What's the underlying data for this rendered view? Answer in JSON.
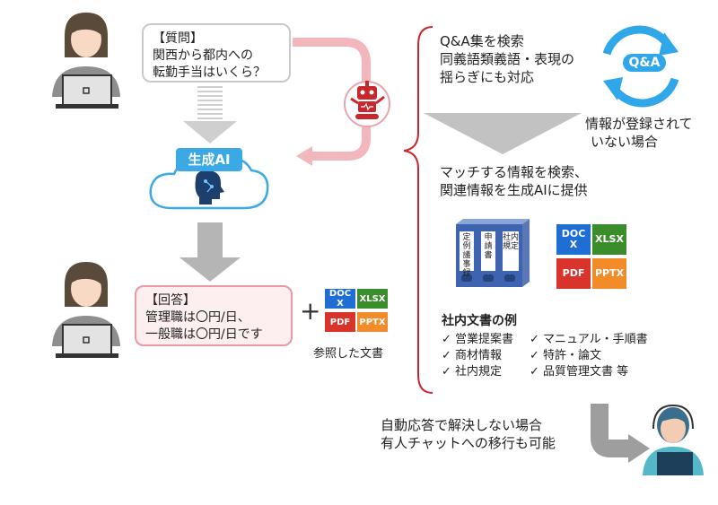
{
  "question": {
    "tag": "【質問】",
    "line1": "関西から都内への",
    "line2": "転勤手当はいくら？"
  },
  "ai_label": "生成AI",
  "answer": {
    "tag": "【回答】",
    "line1": "管理職は〇円/日、",
    "line2": "一般職は〇円/日です"
  },
  "plus_sign": "+",
  "referenced_docs_label": "参照した文書",
  "doc_types": {
    "doc": "DOC X",
    "xlsx": "XLSX",
    "pdf": "PDF",
    "pptx": "PPTX"
  },
  "qa": {
    "line1": "Q&A集を検索",
    "line2": "同義語類義語・表現の",
    "line3": "揺らぎにも対応",
    "icon_text": "Q&A"
  },
  "not_registered": {
    "line1": "情報が登録されて",
    "line2": "いない場合"
  },
  "match": {
    "line1": "マッチする情報を検索、",
    "line2": "関連情報を生成AIに提供"
  },
  "binders": [
    "定例議事録",
    "申請書",
    "社内規定"
  ],
  "internal_docs": {
    "title": "社内文書の例",
    "col1": [
      "営業提案書",
      "商材情報",
      "社内規定"
    ],
    "col2": [
      "マニュアル・手順書",
      "特許・論文",
      "品質管理文書 等"
    ]
  },
  "escalation": {
    "line1": "自動応答で解決しない場合",
    "line2": "有人チャットへの移行も可能"
  },
  "colors": {
    "ai_blue": "#3aa9e6",
    "pink": "#f2b6bd",
    "gray_arrow": "#b5b5b5",
    "brace_red": "#c8282d",
    "doc_blue": "#1f6ed4",
    "doc_green": "#3b8c2a",
    "doc_red": "#d9342b",
    "doc_orange": "#f28c28"
  }
}
